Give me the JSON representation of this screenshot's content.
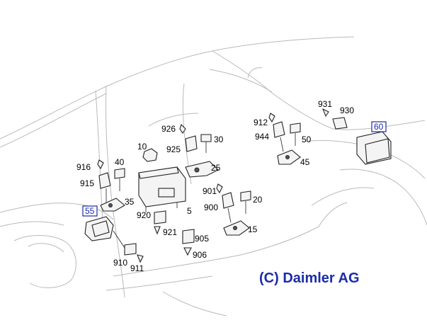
{
  "diagram": {
    "labels": {
      "p5": "5",
      "p10": "10",
      "p15": "15",
      "p20": "20",
      "p25": "25",
      "p30": "30",
      "p35": "35",
      "p40": "40",
      "p45": "45",
      "p50": "50",
      "p55": "55",
      "p60": "60",
      "p900": "900",
      "p901": "901",
      "p905": "905",
      "p906": "906",
      "p910": "910",
      "p911": "911",
      "p912": "912",
      "p915": "915",
      "p916": "916",
      "p920": "920",
      "p921": "921",
      "p925": "925",
      "p926": "926",
      "p930": "930",
      "p931": "931",
      "p944": "944"
    },
    "copyright": "(C) Daimler AG",
    "colors": {
      "outline": "#b9b9b9",
      "callout_blue": "#1c2ca8",
      "ink": "#000000"
    }
  }
}
